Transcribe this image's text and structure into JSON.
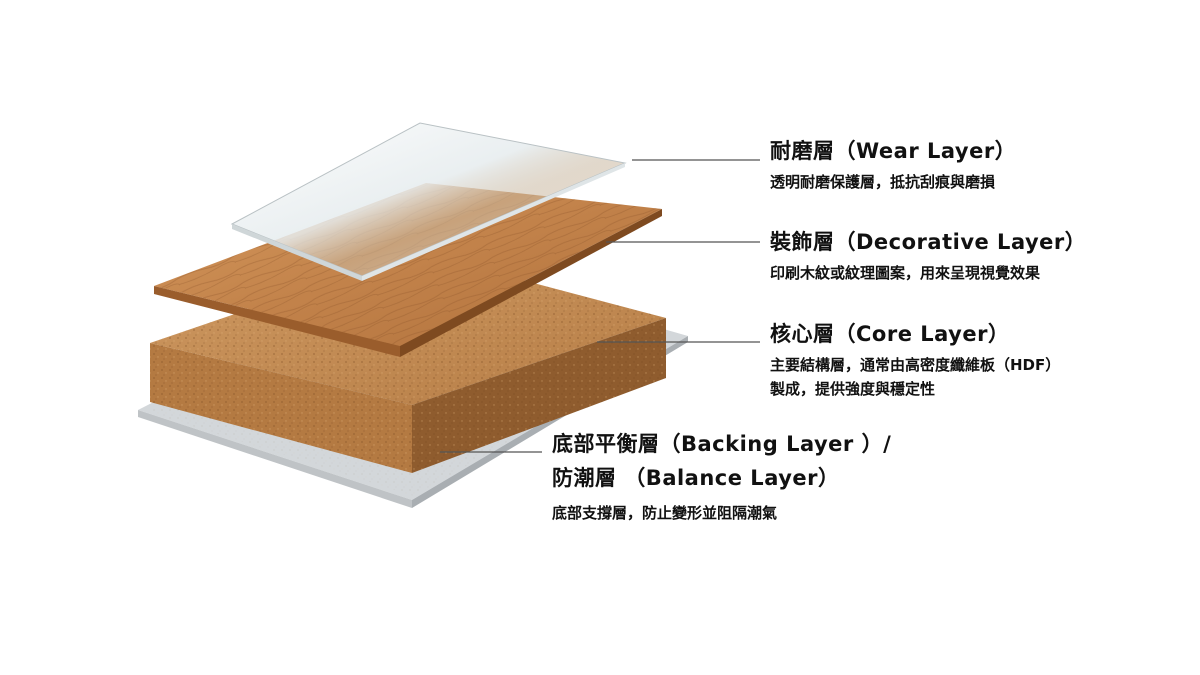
{
  "layers": [
    {
      "id": "wear",
      "title": "耐磨層（Wear Layer）",
      "description": [
        "透明耐磨保護層，抵抗刮痕與磨損"
      ]
    },
    {
      "id": "decorative",
      "title": "裝飾層（Decorative Layer）",
      "description": [
        "印刷木紋或紋理圖案，用來呈現視覺效果"
      ]
    },
    {
      "id": "core",
      "title": "核心層（Core Layer）",
      "description": [
        "主要結構層，通常由高密度纖維板（HDF）",
        "製成，提供強度與穩定性"
      ]
    },
    {
      "id": "backing",
      "title": [
        "底部平衡層（Backing Layer ）/",
        "防潮層 （Balance Layer）"
      ],
      "description": [
        "底部支撐層，防止變形並阻隔潮氣"
      ]
    }
  ],
  "colors": {
    "wood_top": "#c98b52",
    "wood_edge": "#9a5d2c",
    "cork_top": "#c58e55",
    "cork_front": "#b07840",
    "cork_side": "#8f5c2e",
    "backing": "#cfd3d6",
    "glass": "#e9f0f2",
    "leader": "#555555"
  }
}
